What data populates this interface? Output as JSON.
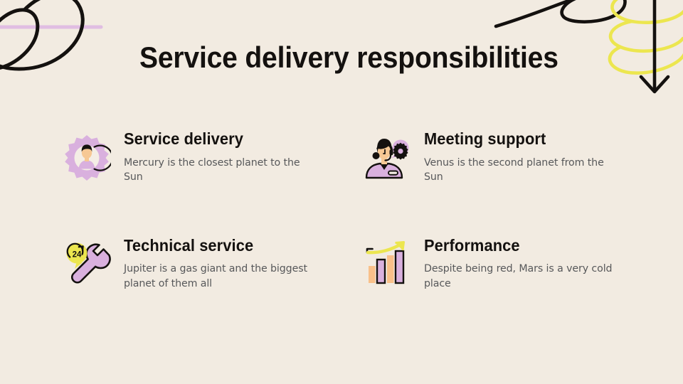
{
  "slide": {
    "title": "Service delivery responsibilities",
    "background_color": "#f2ebe1",
    "heading_color": "#14110f",
    "body_color": "#57585a",
    "accent_lilac": "#d9b0de",
    "accent_yellow": "#ece64f",
    "accent_orange": "#f9c08a",
    "accent_black": "#14110f"
  },
  "features": [
    {
      "icon": "gear-person-icon",
      "heading": "Service delivery",
      "body": "Mercury is the closest planet to the Sun"
    },
    {
      "icon": "support-agent-icon",
      "heading": "Meeting support",
      "body": "Venus is the second planet from the Sun"
    },
    {
      "icon": "wrench-24h-icon",
      "heading": "Technical service",
      "body": "Jupiter is a gas giant and the biggest planet of them all"
    },
    {
      "icon": "bar-chart-growth-icon",
      "heading": "Performance",
      "body": "Despite being red, Mars is a very cold place"
    }
  ],
  "decorations": [
    {
      "name": "black-loop-scribble-top-left",
      "color": "#14110f"
    },
    {
      "name": "lilac-line-top-left",
      "color": "#e0bde2"
    },
    {
      "name": "black-loop-scribble-top-right",
      "color": "#14110f"
    },
    {
      "name": "yellow-spiral-top-right",
      "color": "#ece64f"
    },
    {
      "name": "black-down-arrow-top-right",
      "color": "#14110f"
    }
  ]
}
